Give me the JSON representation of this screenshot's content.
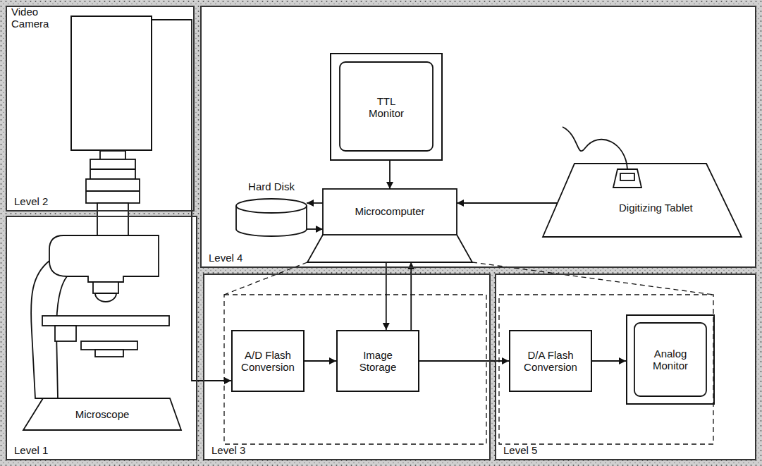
{
  "diagram": {
    "nodes": [
      {
        "text": [
          "Level 2"
        ]
      },
      {
        "text": [
          "Video Camera"
        ],
        "in": 0
      },
      {
        "text": [
          "Level 4"
        ]
      },
      {
        "text": [
          "TTL Monitor"
        ],
        "in": 2
      },
      {
        "text": [
          "Hard Disk"
        ],
        "in": 2
      },
      {
        "text": [
          "Microcomputer"
        ],
        "in": 2
      },
      {
        "text": [
          "Digitizing Tablet"
        ],
        "in": 2
      },
      {
        "text": [
          "Level 1"
        ]
      },
      {
        "text": [
          "Microscope"
        ],
        "in": 7
      },
      {
        "text": [
          "Level 3"
        ]
      },
      {
        "text": [
          "A/D Flash Conversion"
        ],
        "in": 9
      },
      {
        "text": [
          "Image Storage"
        ],
        "in": 9
      },
      {
        "text": [
          "Level 5"
        ]
      },
      {
        "text": [
          "D/A Flash Conversion"
        ],
        "in": 12
      },
      {
        "text": [
          "Analog Monitor"
        ],
        "in": 12
      }
    ],
    "edges": [
      {
        "from": 1,
        "to": 10,
        "arrow": "to"
      },
      {
        "from": 3,
        "to": 5,
        "arrow": "to"
      },
      {
        "from": 5,
        "to": 4,
        "arrow": "to"
      },
      {
        "from": 4,
        "to": 5,
        "arrow": "to"
      },
      {
        "from": 6,
        "to": 5,
        "arrow": "to"
      },
      {
        "from": 5,
        "to": 11,
        "arrow": "to"
      },
      {
        "from": 11,
        "to": 5,
        "arrow": "to"
      },
      {
        "from": 10,
        "to": 11,
        "arrow": "to"
      },
      {
        "from": 11,
        "to": 13,
        "arrow": "to"
      },
      {
        "from": 13,
        "to": 14,
        "arrow": "to"
      }
    ]
  }
}
